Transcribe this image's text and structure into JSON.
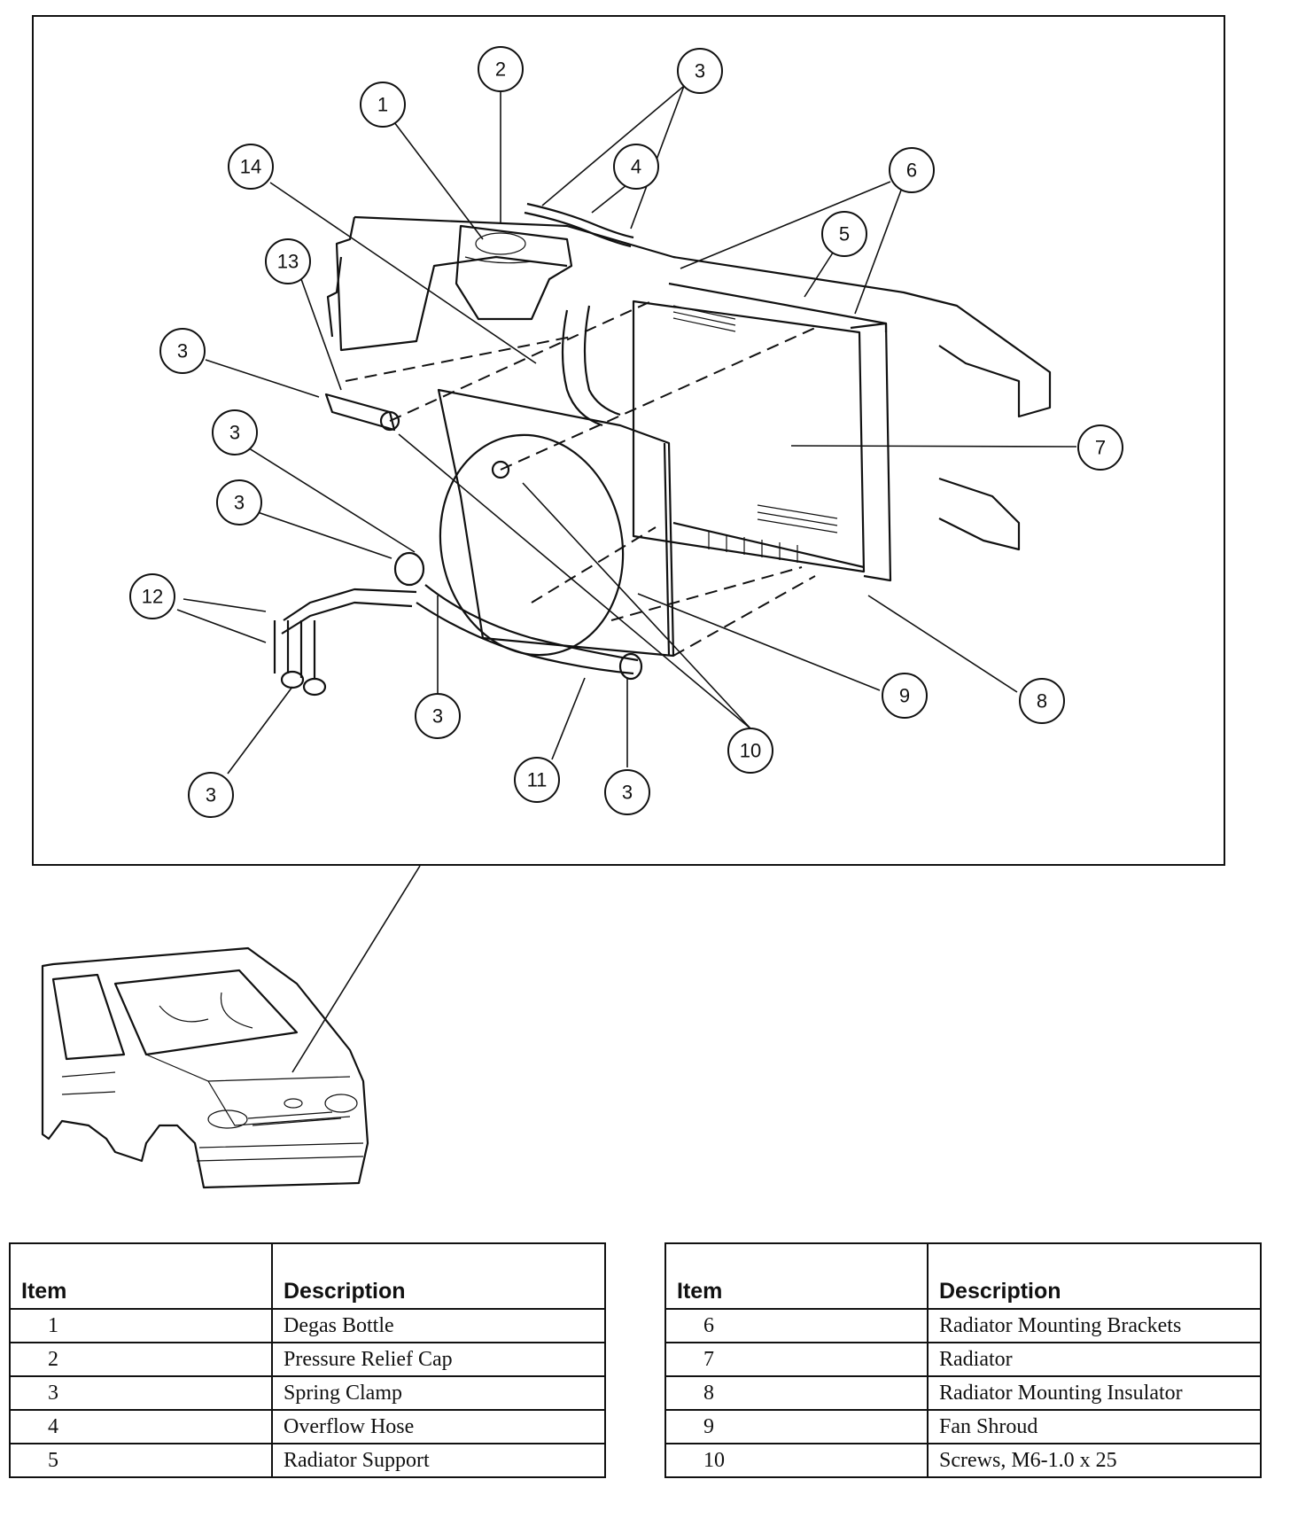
{
  "callouts": [
    "1",
    "2",
    "3",
    "4",
    "5",
    "6",
    "7",
    "8",
    "9",
    "10",
    "11",
    "12",
    "13",
    "14"
  ],
  "legend_left": {
    "header": {
      "item": "Item",
      "description": "Description"
    },
    "rows": [
      {
        "item": "1",
        "description": "Degas Bottle"
      },
      {
        "item": "2",
        "description": "Pressure Relief Cap"
      },
      {
        "item": "3",
        "description": "Spring Clamp"
      },
      {
        "item": "4",
        "description": "Overflow Hose"
      },
      {
        "item": "5",
        "description": "Radiator Support"
      }
    ]
  },
  "legend_right": {
    "header": {
      "item": "Item",
      "description": "Description"
    },
    "rows": [
      {
        "item": "6",
        "description": "Radiator Mounting Brackets"
      },
      {
        "item": "7",
        "description": "Radiator"
      },
      {
        "item": "8",
        "description": "Radiator Mounting Insulator"
      },
      {
        "item": "9",
        "description": "Fan Shroud"
      },
      {
        "item": "10",
        "description": "Screws, M6-1.0 x 25"
      }
    ]
  }
}
